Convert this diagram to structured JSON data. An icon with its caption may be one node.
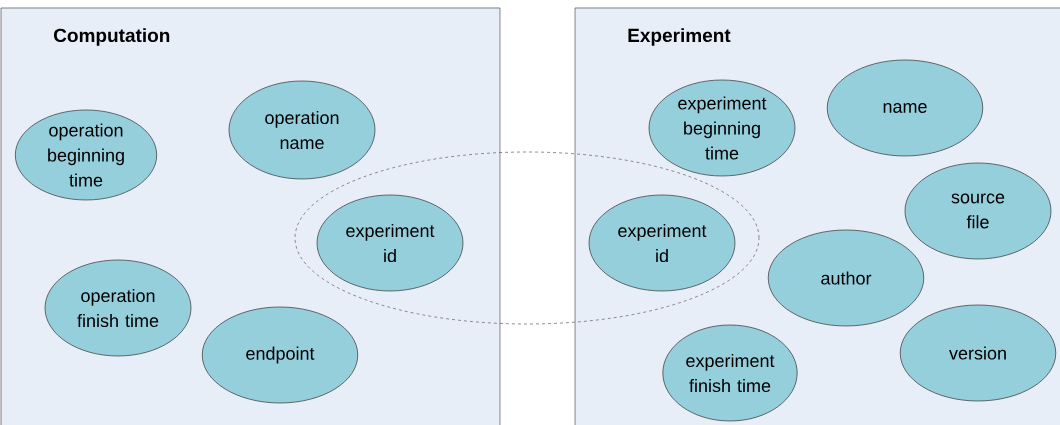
{
  "diagram": {
    "nodes": [
      {
        "text": [
          "Computation"
        ]
      },
      {
        "text": [
          "operation beginning time"
        ],
        "in": 0
      },
      {
        "text": [
          "operation name"
        ],
        "in": 0
      },
      {
        "text": [
          "experiment id"
        ]
      },
      {
        "text": [
          "operation finish time"
        ],
        "in": 0
      },
      {
        "text": [
          "endpoint"
        ],
        "in": 0
      },
      {
        "text": [],
        "shape": "ellipse"
      },
      {
        "text": [
          "Experiment"
        ]
      },
      {
        "text": [
          "experiment beginning time"
        ],
        "in": 7
      },
      {
        "text": [
          "name"
        ],
        "in": 7
      },
      {
        "text": [
          "experiment id"
        ]
      },
      {
        "text": [
          "source file"
        ],
        "in": 7
      },
      {
        "text": [
          "author"
        ],
        "in": 7
      },
      {
        "text": [
          "experiment finish time"
        ],
        "in": 7
      },
      {
        "text": [
          "version"
        ],
        "in": 7
      }
    ]
  }
}
